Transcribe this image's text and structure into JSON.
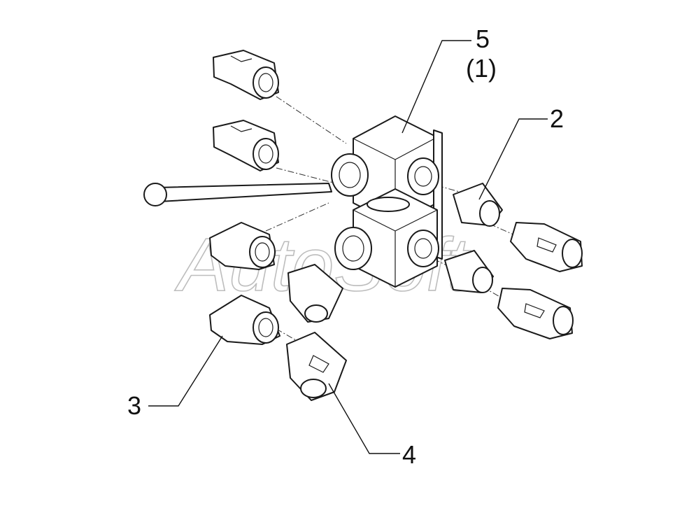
{
  "watermark": "AutoSoft",
  "callouts": {
    "c5": "5",
    "c1": "(1)",
    "c2": "2",
    "c3": "3",
    "c4": "4"
  },
  "colors": {
    "ink": "#1a1a1a",
    "watermark": "#bdbdbd",
    "background": "#ffffff"
  }
}
